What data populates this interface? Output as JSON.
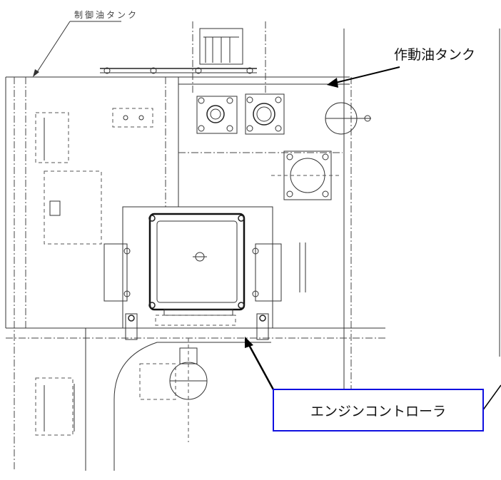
{
  "labels": {
    "control_oil_tank": "制御油タンク",
    "hydraulic_oil_tank": "作動油タンク",
    "engine_controller": "エンジンコントローラ"
  },
  "colors": {
    "callout_border": "#1010e0",
    "line": "#222222",
    "background": "#ffffff"
  }
}
